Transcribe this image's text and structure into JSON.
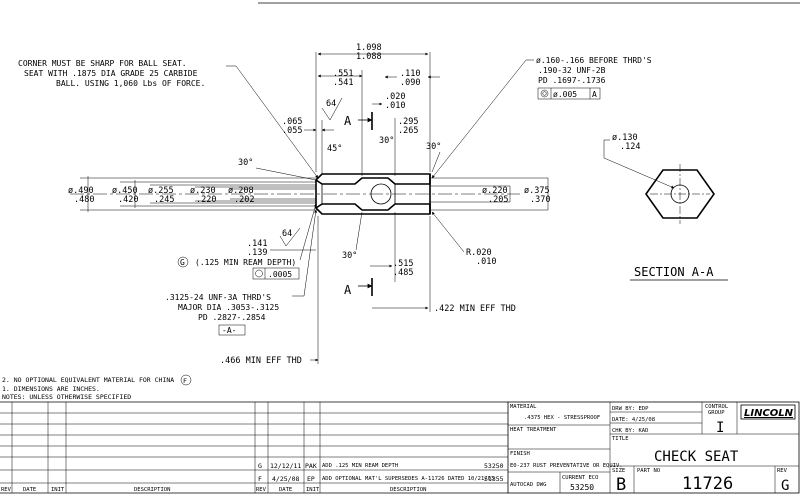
{
  "dims": {
    "overall_len": [
      "1.098",
      "1.088"
    ],
    "len_551": [
      ".551",
      ".541"
    ],
    "len_110": [
      ".110",
      ".090"
    ],
    "len_020": [
      ".020",
      ".010"
    ],
    "len_295": [
      ".295",
      ".265"
    ],
    "len_065": [
      ".065",
      ".055"
    ],
    "dia_490": [
      "ø.490",
      ".480"
    ],
    "dia_450": [
      "ø.450",
      ".420"
    ],
    "dia_255": [
      "ø.255",
      ".245"
    ],
    "dia_230": [
      "ø.230",
      ".220"
    ],
    "dia_208": [
      "ø.208",
      ".202"
    ],
    "dia_220": [
      "ø.220",
      ".205"
    ],
    "dia_375": [
      "ø.375",
      ".370"
    ],
    "len_141": [
      ".141",
      ".139"
    ],
    "len_515": [
      ".515",
      ".485"
    ],
    "rad_020": [
      "R.020",
      ".010"
    ],
    "dia_130": [
      "ø.130",
      ".124"
    ],
    "finish_64": "64",
    "angle_30": "30°",
    "angle_45": "45°",
    "min_eff_422": ".422 MIN EFF THD",
    "min_eff_466": ".466 MIN EFF THD"
  },
  "notes": {
    "corner": [
      "CORNER MUST BE SHARP FOR BALL SEAT.",
      "SEAT WITH .1875 DIA GRADE 25 CARBIDE",
      "BALL. USING 1,060 Lbs OF FORCE."
    ],
    "thread_top": [
      "ø.160-.166 BEFORE THRD'S",
      ".190-32 UNF-2B",
      "PD .1697-.1736"
    ],
    "gdt_top": [
      "ø.005",
      "A"
    ],
    "ream": "(.125 MIN REAM DEPTH)",
    "gdt_ream": ".0005",
    "thread_bottom": [
      ".3125-24 UNF-3A THRD'S",
      "MAJOR DIA .3053-.3125",
      "PD .2827-.2854"
    ],
    "datum_a": "-A-",
    "section_label": "A",
    "section_title": "SECTION A-A",
    "general": [
      "2. NO OPTIONAL EQUIVALENT MATERIAL FOR CHINA",
      "1. DIMENSIONS ARE INCHES.",
      "NOTES: UNLESS OTHERWISE SPECIFIED"
    ],
    "rev_f": "F",
    "rev_g": "G"
  },
  "revisions": {
    "headers": [
      "REV",
      "DATE",
      "INIT",
      "DESCRIPTION",
      "REV",
      "DATE",
      "INIT",
      "DESCRIPTION"
    ],
    "rows": [
      {
        "rev": "G",
        "date": "12/12/11",
        "init": "PAK",
        "desc": "ADD .125 MIN REAM DEPTH",
        "ecn": "53250"
      },
      {
        "rev": "F",
        "date": "4/25/08",
        "init": "EP",
        "desc": "ADD OPTIONAL MAT'L SUPERSEDES A-11726 DATED 10/21/03",
        "ecn": "51355"
      }
    ]
  },
  "title_block": {
    "material_label": "MATERIAL",
    "material": ".4375 HEX - STRESSPROOF",
    "heat_label": "HEAT TREATMENT",
    "finish_label": "FINISH",
    "finish": "E0-237 RUST PREVENTATIVE OR EQUIV.",
    "autocad_label": "AUTOCAD DWG",
    "ecn_label": "CURRENT ECO",
    "ecn": "53250",
    "drawn": "DRW BY: EDP",
    "date": "DATE: 4/25/08",
    "checked": "CHK BY: KAD",
    "title_label": "TITLE",
    "control_label": [
      "CONTROL",
      "GROUP"
    ],
    "control_value": "I",
    "logo": "LINCOLN",
    "title": "CHECK SEAT",
    "size_label": "SIZE",
    "size": "B",
    "part_label": "PART NO",
    "part_no": "11726",
    "rev_label": "REV",
    "rev": "G"
  }
}
